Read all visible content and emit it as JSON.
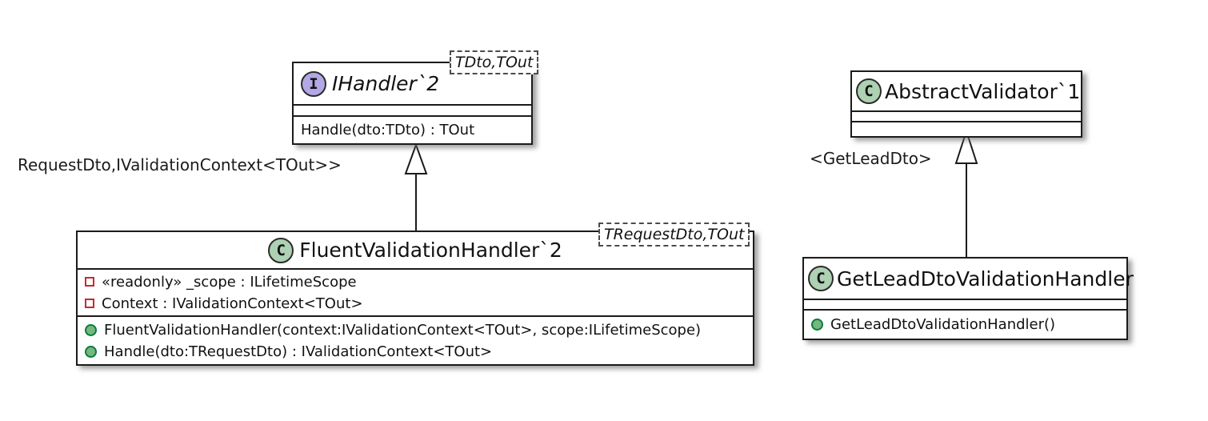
{
  "diagram": {
    "classes": {
      "ihandler": {
        "kind": "interface",
        "stereotype_letter": "I",
        "name": "IHandler`2",
        "generics": "TDto,TOut",
        "methods": [
          {
            "visibility": "none",
            "text": "Handle(dto:TDto) : TOut"
          }
        ]
      },
      "fluent": {
        "kind": "class",
        "stereotype_letter": "C",
        "name": "FluentValidationHandler`2",
        "generics": "TRequestDto,TOut",
        "fields": [
          {
            "visibility": "private",
            "text": "«readonly» _scope : ILifetimeScope"
          },
          {
            "visibility": "private",
            "text": "Context : IValidationContext<TOut>"
          }
        ],
        "methods": [
          {
            "visibility": "public",
            "text": "FluentValidationHandler(context:IValidationContext<TOut>, scope:ILifetimeScope)"
          },
          {
            "visibility": "public",
            "text": "Handle(dto:TRequestDto) : IValidationContext<TOut>"
          }
        ]
      },
      "abstract_validator": {
        "kind": "class",
        "stereotype_letter": "C",
        "name": "AbstractValidator`1",
        "fields": [],
        "methods": []
      },
      "get_lead": {
        "kind": "class",
        "stereotype_letter": "C",
        "name": "GetLeadDtoValidationHandler",
        "fields": [],
        "methods": [
          {
            "visibility": "public",
            "text": "GetLeadDtoValidationHandler()"
          }
        ]
      }
    },
    "edge_labels": {
      "left_generic_binding": "RequestDto,IValidationContext<TOut>>",
      "right_generic_binding": "<GetLeadDto>"
    },
    "colors": {
      "interface_circle": "#B4A7E5",
      "class_circle": "#ADD1B2",
      "private_field_icon": "#C82930",
      "public_method_fill": "#74B87E",
      "public_method_border": "#0B7A3E",
      "box_border": "#1b1b1b"
    }
  }
}
